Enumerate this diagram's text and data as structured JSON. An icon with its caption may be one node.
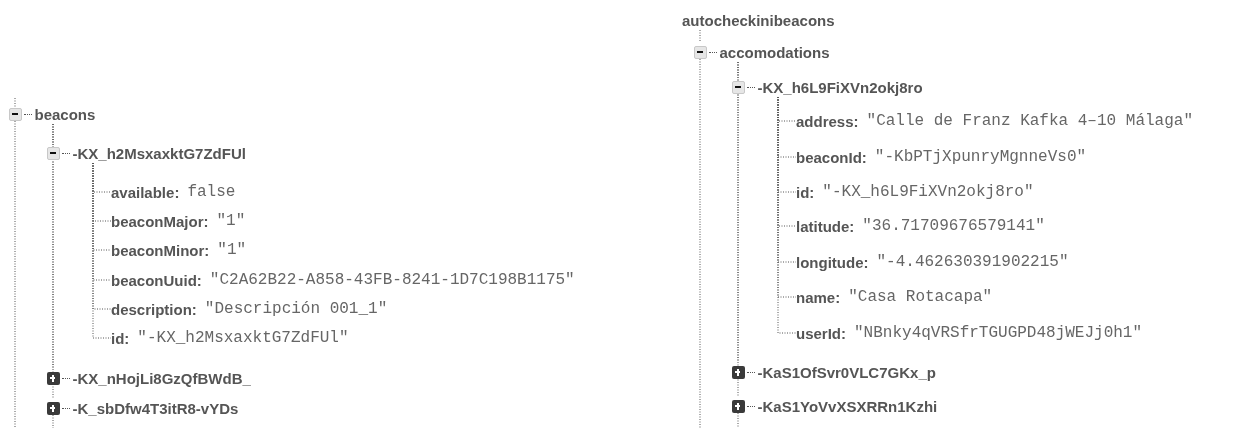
{
  "diagram": {
    "nodes": [
      {
        "text": [
          "beacons"
        ]
      },
      {
        "text": [
          "-KX_h2MsxaxktG7ZdFUl"
        ]
      },
      {
        "text": [
          "available:",
          "false"
        ]
      },
      {
        "text": [
          "beaconMajor:",
          "\"1\""
        ]
      },
      {
        "text": [
          "beaconMinor:",
          "\"1\""
        ]
      },
      {
        "text": [
          "beaconUuid:",
          "\"C2A62B22-A858-43FB-8241-1D7C198B1175\""
        ]
      },
      {
        "text": [
          "description:",
          "\"Descripción 001_1\""
        ]
      },
      {
        "text": [
          "id:",
          "\"-KX_h2MsxaxktG7ZdFUl\""
        ]
      },
      {
        "text": [
          "-KX_nHojLi8GzQfBWdB_"
        ]
      },
      {
        "text": [
          "-K_sbDfw4T3itR8-vYDs"
        ]
      },
      {
        "text": [
          "autocheckinibeacons"
        ]
      },
      {
        "text": [
          "accomodations"
        ]
      },
      {
        "text": [
          "-KX_h6L9FiXVn2okj8ro"
        ]
      },
      {
        "text": [
          "address:",
          "\"Calle de Franz Kafka 4–10 Málaga\""
        ]
      },
      {
        "text": [
          "beaconId:",
          "\"-KbPTjXpunryMgnneVs0\""
        ]
      },
      {
        "text": [
          "id:",
          "\"-KX_h6L9FiXVn2okj8ro\""
        ]
      },
      {
        "text": [
          "latitude:",
          "\"36.71709676579141\""
        ]
      },
      {
        "text": [
          "longitude:",
          "\"-4.462630391902215\""
        ]
      },
      {
        "text": [
          "name:",
          "\"Casa Rotacapa\""
        ]
      },
      {
        "text": [
          "userId:",
          "\"NBnky4qVRSfrTGUGPD48jWEJj0h1\""
        ]
      },
      {
        "text": [
          "-KaS1OfSvr0VLC7GKx_p"
        ]
      },
      {
        "text": [
          "-KaS1YoVvXSXRRn1Kzhi"
        ]
      }
    ],
    "edges": [
      {
        "from": 0,
        "to": 1,
        "arrow": "none"
      },
      {
        "from": 0,
        "to": 8,
        "arrow": "none"
      },
      {
        "from": 0,
        "to": 9,
        "arrow": "none"
      },
      {
        "from": 1,
        "to": 2,
        "arrow": "none"
      },
      {
        "from": 1,
        "to": 3,
        "arrow": "none"
      },
      {
        "from": 1,
        "to": 4,
        "arrow": "none"
      },
      {
        "from": 1,
        "to": 5,
        "arrow": "none"
      },
      {
        "from": 1,
        "to": 6,
        "arrow": "none"
      },
      {
        "from": 1,
        "to": 7,
        "arrow": "none"
      },
      {
        "from": 10,
        "to": 11,
        "arrow": "none"
      },
      {
        "from": 11,
        "to": 12,
        "arrow": "none"
      },
      {
        "from": 11,
        "to": 20,
        "arrow": "none"
      },
      {
        "from": 11,
        "to": 21,
        "arrow": "none"
      },
      {
        "from": 12,
        "to": 13,
        "arrow": "none"
      },
      {
        "from": 12,
        "to": 14,
        "arrow": "none"
      },
      {
        "from": 12,
        "to": 15,
        "arrow": "none"
      },
      {
        "from": 12,
        "to": 16,
        "arrow": "none"
      },
      {
        "from": 12,
        "to": 17,
        "arrow": "none"
      },
      {
        "from": 12,
        "to": 18,
        "arrow": "none"
      },
      {
        "from": 12,
        "to": 19,
        "arrow": "none"
      }
    ]
  }
}
